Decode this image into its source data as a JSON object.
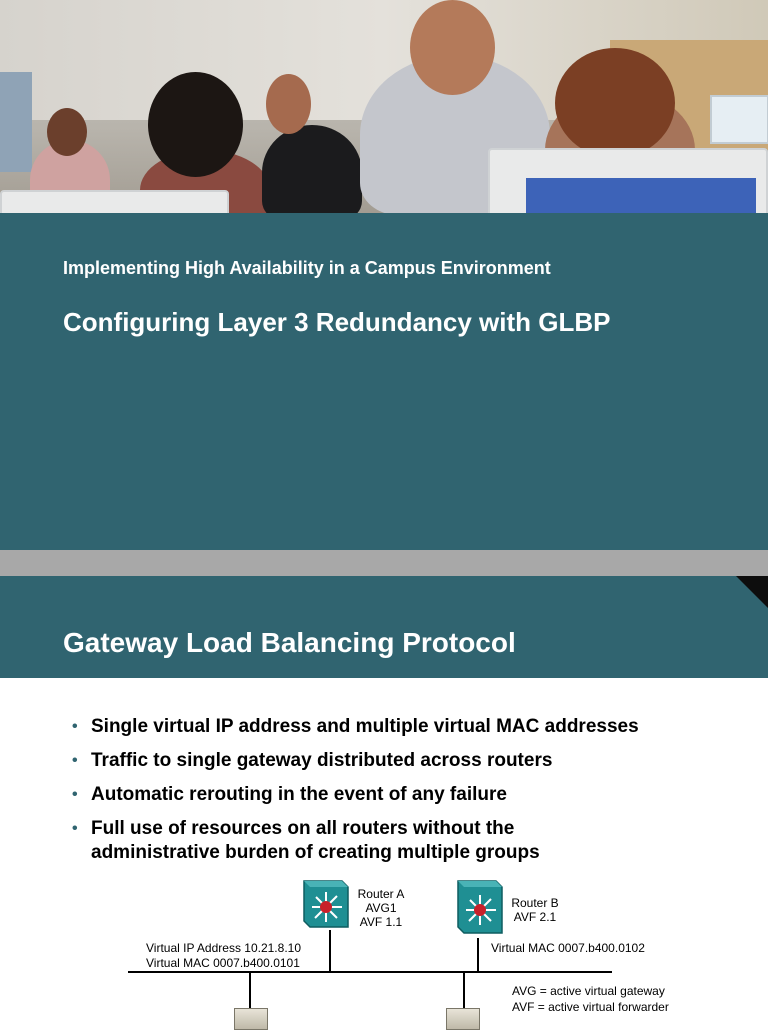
{
  "slide1": {
    "subtitle": "Implementing High Availability in a Campus Environment",
    "title": "Configuring Layer 3 Redundancy with GLBP"
  },
  "slide2": {
    "title": "Gateway Load Balancing Protocol",
    "bullets": [
      "Single virtual IP address and multiple virtual MAC addresses",
      "Traffic to single gateway distributed across routers",
      "Automatic rerouting in the event of any failure",
      "Full use of resources on all routers without the administrative burden of creating multiple groups"
    ],
    "diagram": {
      "router_a": {
        "name": "Router A",
        "role1": "AVG1",
        "role2": "AVF 1.1"
      },
      "router_b": {
        "name": "Router B",
        "role": "AVF 2.1"
      },
      "virtual_ip": "Virtual IP Address 10.21.8.10",
      "virtual_mac_a": "Virtual MAC 0007.b400.0101",
      "virtual_mac_b": "Virtual MAC 0007.b400.0102",
      "legend_avg": "AVG = active virtual gateway",
      "legend_avf": "AVF = active virtual forwarder"
    }
  },
  "colors": {
    "teal": "#306470",
    "router": "#1f8f93",
    "router_core": "#c8202a"
  }
}
